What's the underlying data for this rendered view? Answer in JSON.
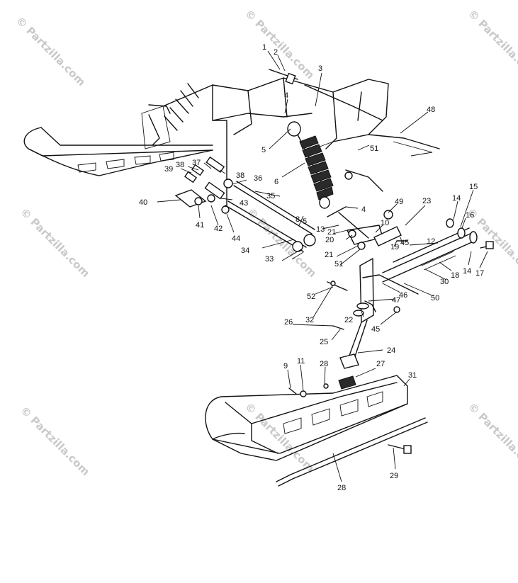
{
  "watermark": {
    "text": "© Partzilla.com"
  },
  "callouts": [
    {
      "id": "c1",
      "text": "1"
    },
    {
      "id": "c2",
      "text": "2"
    },
    {
      "id": "c3",
      "text": "3"
    },
    {
      "id": "c4a",
      "text": "4"
    },
    {
      "id": "c48",
      "text": "48"
    },
    {
      "id": "c5a",
      "text": "5"
    },
    {
      "id": "c51a",
      "text": "51"
    },
    {
      "id": "c6",
      "text": "6"
    },
    {
      "id": "c39",
      "text": "39"
    },
    {
      "id": "c38a",
      "text": "38"
    },
    {
      "id": "c37",
      "text": "37"
    },
    {
      "id": "c38b",
      "text": "38"
    },
    {
      "id": "c36",
      "text": "36"
    },
    {
      "id": "c40",
      "text": "40"
    },
    {
      "id": "c35",
      "text": "35"
    },
    {
      "id": "c43",
      "text": "43"
    },
    {
      "id": "c41",
      "text": "41"
    },
    {
      "id": "c42",
      "text": "42"
    },
    {
      "id": "c44",
      "text": "44"
    },
    {
      "id": "c34",
      "text": "34"
    },
    {
      "id": "c8",
      "text": "8"
    },
    {
      "id": "c5b",
      "text": "5"
    },
    {
      "id": "c4b",
      "text": "4"
    },
    {
      "id": "c49",
      "text": "49"
    },
    {
      "id": "c23",
      "text": "23"
    },
    {
      "id": "c14a",
      "text": "14"
    },
    {
      "id": "c15",
      "text": "15"
    },
    {
      "id": "c16",
      "text": "16"
    },
    {
      "id": "c13",
      "text": "13"
    },
    {
      "id": "c21a",
      "text": "21"
    },
    {
      "id": "c10",
      "text": "10"
    },
    {
      "id": "c20",
      "text": "20"
    },
    {
      "id": "c12",
      "text": "12"
    },
    {
      "id": "c19",
      "text": "19"
    },
    {
      "id": "c45a",
      "text": "45"
    },
    {
      "id": "c14b",
      "text": "14"
    },
    {
      "id": "c17",
      "text": "17"
    },
    {
      "id": "c33",
      "text": "33"
    },
    {
      "id": "c21b",
      "text": "21"
    },
    {
      "id": "c51b",
      "text": "51"
    },
    {
      "id": "c18",
      "text": "18"
    },
    {
      "id": "c30",
      "text": "30"
    },
    {
      "id": "c52",
      "text": "52"
    },
    {
      "id": "c46",
      "text": "46"
    },
    {
      "id": "c50",
      "text": "50"
    },
    {
      "id": "c47",
      "text": "47"
    },
    {
      "id": "c32",
      "text": "32"
    },
    {
      "id": "c22",
      "text": "22"
    },
    {
      "id": "c26",
      "text": "26"
    },
    {
      "id": "c45b",
      "text": "45"
    },
    {
      "id": "c25",
      "text": "25"
    },
    {
      "id": "c24",
      "text": "24"
    },
    {
      "id": "c9",
      "text": "9"
    },
    {
      "id": "c11",
      "text": "11"
    },
    {
      "id": "c28a",
      "text": "28"
    },
    {
      "id": "c27",
      "text": "27"
    },
    {
      "id": "c31",
      "text": "31"
    },
    {
      "id": "c29",
      "text": "29"
    },
    {
      "id": "c28b",
      "text": "28"
    }
  ]
}
